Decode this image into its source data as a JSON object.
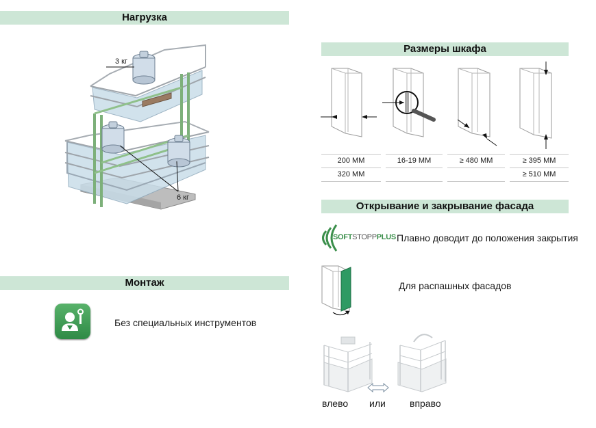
{
  "load": {
    "title": "Нагрузка",
    "label_top": "3 кг",
    "label_bottom": "6 кг"
  },
  "mount": {
    "title": "Монтаж",
    "text": "Без специальных инструментов"
  },
  "cabinet": {
    "title": "Размеры шкафа",
    "table": [
      [
        "200 MM",
        "16-19 MM",
        "≥ 480 MM",
        "≥ 395 MM"
      ],
      [
        "320 MM",
        "",
        "",
        "≥ 510 MM"
      ]
    ]
  },
  "facade": {
    "title": "Открывание и закрывание фасада",
    "logo": {
      "part1": "SOFT",
      "part2": "STOPP",
      "part3": "PLUS"
    },
    "softstop_text": "Плавно доводит до положения закрытия",
    "swing_text": "Для распашных фасадов",
    "left_label": "влево",
    "or_label": "или",
    "right_label": "вправо"
  },
  "colors": {
    "header_bg": "#cde6d6",
    "logo_green": "#3b8f4b",
    "accent_green": "#2e9a63"
  }
}
